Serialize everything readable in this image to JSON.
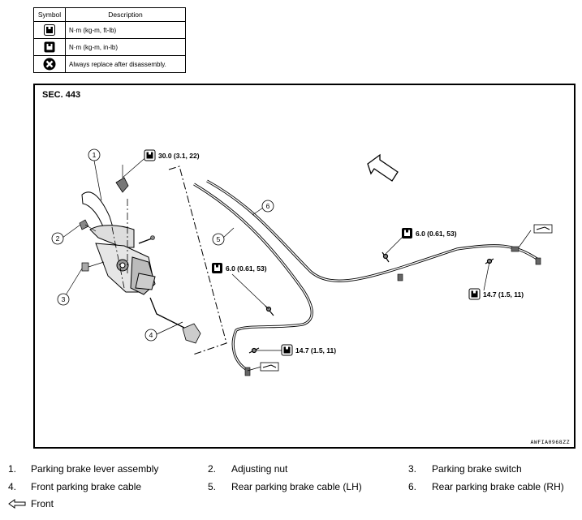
{
  "legend": {
    "header_symbol": "Symbol",
    "header_description": "Description",
    "rows": [
      {
        "icon": "torque-wrench-ftlb-icon",
        "description": "N·m (kg-m, ft-lb)"
      },
      {
        "icon": "torque-wrench-inlb-icon",
        "description": "N·m (kg-m, in-lb)"
      },
      {
        "icon": "replace-x-icon",
        "description": "Always replace after disassembly."
      }
    ]
  },
  "diagram": {
    "section": "SEC. 443",
    "code": "AWFIA0968ZZ",
    "torques": {
      "t1": "30.0 (3.1, 22)",
      "t2": "6.0 (0.61, 53)",
      "t3": "6.0 (0.61, 53)",
      "t4": "14.7 (1.5, 11)",
      "t5": "14.7 (1.5, 11)"
    },
    "callouts": [
      "1",
      "2",
      "3",
      "4",
      "5",
      "6"
    ]
  },
  "parts": [
    {
      "num": "1.",
      "name": "Parking brake lever assembly"
    },
    {
      "num": "2.",
      "name": "Adjusting nut"
    },
    {
      "num": "3.",
      "name": "Parking brake switch"
    },
    {
      "num": "4.",
      "name": "Front parking brake cable"
    },
    {
      "num": "5.",
      "name": "Rear parking brake cable (LH)"
    },
    {
      "num": "6.",
      "name": "Rear parking brake cable (RH)"
    }
  ],
  "front_label": "Front"
}
